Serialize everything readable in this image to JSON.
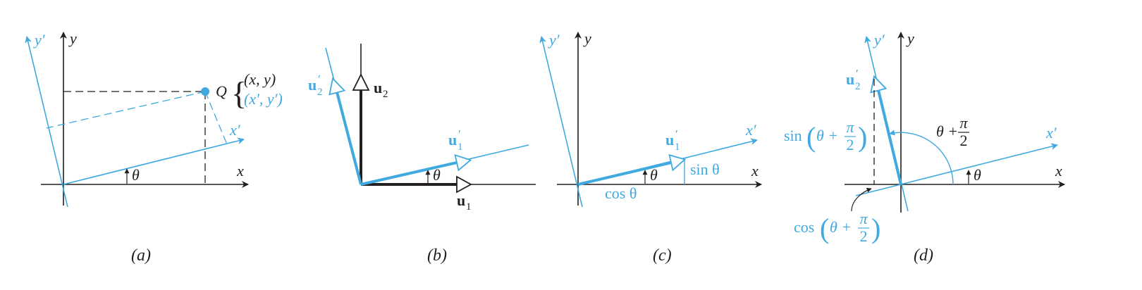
{
  "colors": {
    "black": "#231f20",
    "blue": "#3fa9e0"
  },
  "panel_a": {
    "caption": "(a)",
    "y": "y",
    "yp": "y′",
    "x": "x",
    "xp": "x′",
    "theta": "θ",
    "Q": "Q",
    "brace": "{",
    "coord_xy": "(x, y)",
    "coord_xpyp": "(x′, y′)"
  },
  "panel_b": {
    "caption": "(b)",
    "u1": "u",
    "u1_sub": "1",
    "u2": "u",
    "u2_sub": "2",
    "u1p": "u",
    "u1p_sub": "1",
    "u1p_prime": "′",
    "u2p": "u",
    "u2p_sub": "2",
    "u2p_prime": "′",
    "theta": "θ"
  },
  "panel_c": {
    "caption": "(c)",
    "y": "y",
    "yp": "y′",
    "x": "x",
    "xp": "x′",
    "u1p": "u",
    "u1p_sub": "1",
    "u1p_prime": "′",
    "theta": "θ",
    "sin": "sin θ",
    "cos": "cos θ"
  },
  "panel_d": {
    "caption": "(d)",
    "y": "y",
    "yp": "y′",
    "x": "x",
    "xp": "x′",
    "u2p": "u",
    "u2p_sub": "2",
    "u2p_prime": "′",
    "theta": "θ",
    "angle_label": "θ +",
    "pi": "π",
    "two": "2",
    "sin_label": "sin",
    "cos_label": "cos",
    "lparen": "(",
    "rparen": ")",
    "theta_plus": "θ +"
  }
}
